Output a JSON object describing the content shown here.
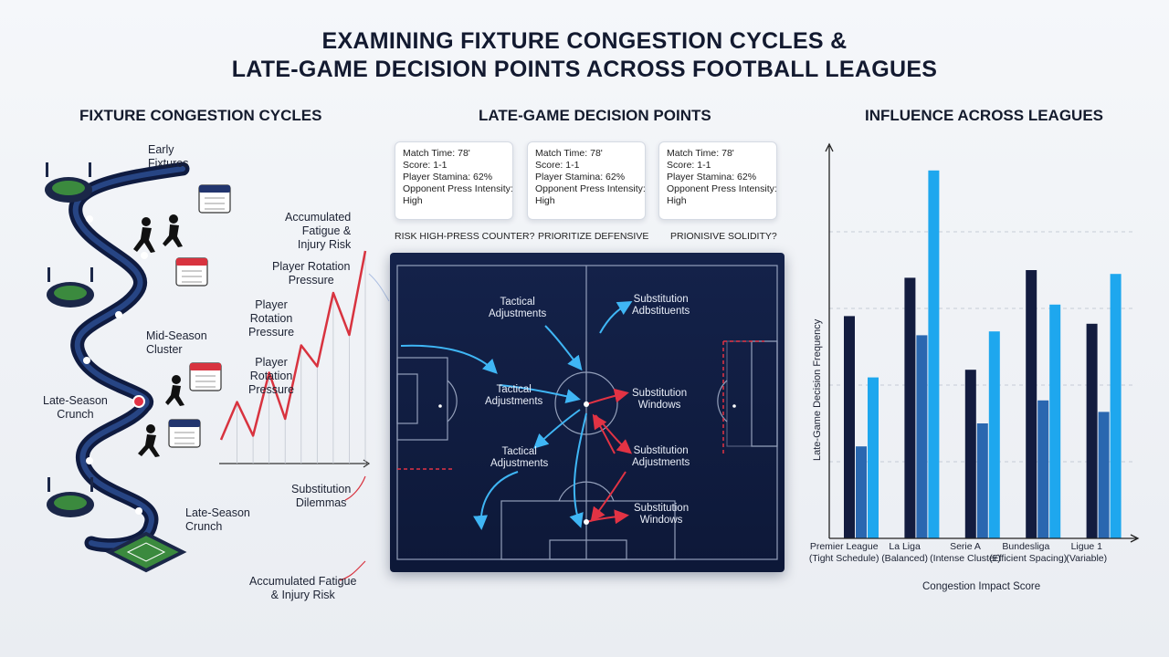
{
  "title": {
    "line1": "EXAMINING FIXTURE CONGESTION CYCLES &",
    "line2": "LATE-GAME DECISION POINTS ACROSS FOOTBALL LEAGUES"
  },
  "sections": {
    "left": "FIXTURE CONGESTION CYCLES",
    "middle": "LATE-GAME DECISION POINTS",
    "right": "INFLUENCE ACROSS LEAGUES"
  },
  "left_panel": {
    "early_fixtures": [
      "Early",
      "Fixtures"
    ],
    "mid_season": [
      "Mid-Season",
      "Cluster"
    ],
    "late_season_a": [
      "Late-Season",
      "Crunch"
    ],
    "late_season_b": [
      "Late-Season",
      "Crunch"
    ],
    "fatigue_top": [
      "Accumulated",
      "Fatigue &",
      "Injury Risk"
    ],
    "rotation_a": [
      "Player Rotation",
      "Pressure"
    ],
    "rotation_b": [
      "Player",
      "Rotation",
      "Pressure"
    ],
    "rotation_c": [
      "Player",
      "Rotation",
      "Pressure"
    ],
    "substitution_dilemmas": [
      "Substitution",
      "Dilemmas"
    ],
    "fatigue_bottom": [
      "Accumulated Fatigue",
      "& Injury Risk"
    ],
    "fatigue_series": [
      0.1,
      0.28,
      0.12,
      0.42,
      0.2,
      0.55,
      0.45,
      0.8,
      0.6,
      1.0
    ]
  },
  "decision_cards": [
    {
      "time": "Match Time: 78'",
      "score": "Score: 1-1",
      "stamina": "Player Stamina: 62%",
      "press": "Opponent Press Intensity:",
      "press_level": "High",
      "option": "RISK HIGH-PRESS COUNTER?"
    },
    {
      "time": "Match Time: 78'",
      "score": "Score: 1-1",
      "stamina": "Player Stamina: 62%",
      "press": "Opponent Press Intensity:",
      "press_level": "High",
      "option": "PRIORITIZE DEFENSIVE"
    },
    {
      "time": "Match Time: 78'",
      "score": "Score: 1-1",
      "stamina": "Player Stamina: 62%",
      "press": "Opponent Press Intensity:",
      "press_level": "High",
      "option": "PRIONISIVE SOLIDITY?"
    }
  ],
  "pitch_labels": {
    "tactical_1": [
      "Tactical",
      "Adjustments"
    ],
    "substitution_1": [
      "Substitution",
      "Adbstituents"
    ],
    "tactical_2": [
      "Tactical",
      "Adjustments"
    ],
    "substitution_2": [
      "Substitution",
      "Windows"
    ],
    "tactical_3": [
      "Tactical",
      "Adjustments"
    ],
    "substitution_3": [
      "Substitution",
      "Adjustments"
    ],
    "substitution_4": [
      "Substitution",
      "Windows"
    ]
  },
  "chart_data": {
    "type": "bar",
    "title": "INFLUENCE ACROSS LEAGUES",
    "xlabel": "Congestion Impact Score",
    "ylabel": "Late-Game Decision Frequency",
    "ylim": [
      0,
      100
    ],
    "grid": true,
    "categories": [
      {
        "name": "Premier League",
        "sub": "(Tight Schedule)"
      },
      {
        "name": "La Liga",
        "sub": "(Balanced)"
      },
      {
        "name": "Serie A",
        "sub": "(Intense Cluster)"
      },
      {
        "name": "Bundesliga",
        "sub": "(Efficient Spacing)"
      },
      {
        "name": "Ligue 1",
        "sub": "(Variable)"
      }
    ],
    "series": [
      {
        "values": [
          58,
          68,
          44,
          70,
          56
        ],
        "color": "#131c3f"
      },
      {
        "values": [
          24,
          53,
          30,
          36,
          33
        ],
        "color": "#2a67b0"
      },
      {
        "values": [
          42,
          96,
          54,
          61,
          69
        ],
        "color": "#1ea7ee"
      }
    ]
  }
}
